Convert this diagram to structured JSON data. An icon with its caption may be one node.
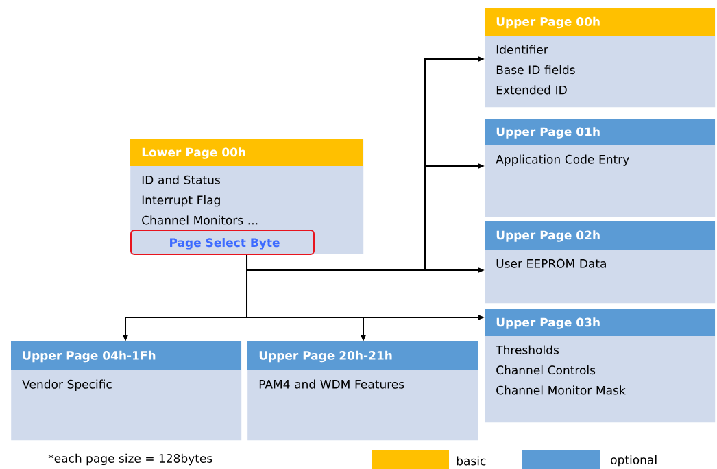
{
  "diagram": {
    "nodes": [
      {
        "text": [
          "Lower Page 00h",
          "ID and Status",
          "Interrupt Flag",
          "Channel Monitors ..."
        ]
      },
      {
        "text": [
          "Page Select Byte"
        ],
        "in": 0
      },
      {
        "text": [
          "Upper Page 00h",
          "Identifier",
          "Base ID fields",
          "Extended ID"
        ]
      },
      {
        "text": [
          "Upper Page 01h",
          "Application Code Entry"
        ]
      },
      {
        "text": [
          "Upper Page 02h",
          "User EEPROM Data"
        ]
      },
      {
        "text": [
          "Upper Page 03h",
          "Thresholds",
          "Channel Controls",
          "Channel Monitor Mask"
        ]
      },
      {
        "text": [
          "Upper Page 04h-1Fh",
          "Vendor Specific"
        ]
      },
      {
        "text": [
          "Upper Page 20h-21h",
          "PAM4 and WDM Features"
        ]
      }
    ],
    "edges": [
      {
        "from": 1,
        "to": 2,
        "arrow": "to"
      },
      {
        "from": 1,
        "to": 3,
        "arrow": "to"
      },
      {
        "from": 1,
        "to": 4,
        "arrow": "to"
      },
      {
        "from": 1,
        "to": 5,
        "arrow": "to"
      },
      {
        "from": 1,
        "to": 6,
        "arrow": "to"
      },
      {
        "from": 1,
        "to": 7,
        "arrow": "to"
      }
    ],
    "labels": [
      "*each page size = 128bytes"
    ],
    "legend": [
      {
        "text": "basic",
        "color": "#ffc000"
      },
      {
        "text": "optional",
        "color": "#5b9bd5"
      }
    ]
  }
}
